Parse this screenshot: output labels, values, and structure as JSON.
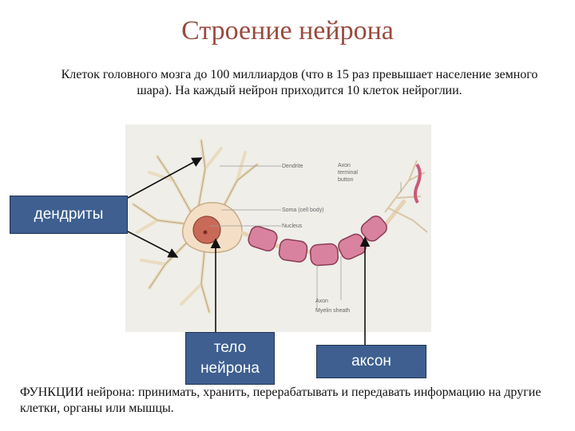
{
  "title": "Строение нейрона",
  "intro": "Клеток головного мозга до 100 миллиардов (что в 15 раз превышает население земного шара). На каждый нейрон приходится 10 клеток нейроглии.",
  "figure_labels": {
    "dendrite": "Dendrite",
    "axon_terminal_1": "Axon",
    "axon_terminal_2": "terminal",
    "axon_terminal_3": "button",
    "soma": "Soma (cell body)",
    "nucleus": "Nucleus",
    "axon": "Axon",
    "myelin": "Myelin sheath"
  },
  "callouts": {
    "dendrites": "дендриты",
    "cell_body_line1": "тело",
    "cell_body_line2": "нейрона",
    "axon": "аксон"
  },
  "functions": "ФУНКЦИИ нейрона: принимать, хранить, перерабатывать и передавать информацию на другие клетки, органы или мышцы.",
  "colors": {
    "title": "#9a4a3e",
    "callout_bg": "#3e5f8f",
    "myelin": "#d9829f",
    "soma": "#f4dfc6",
    "nucleus": "#c96a58"
  }
}
